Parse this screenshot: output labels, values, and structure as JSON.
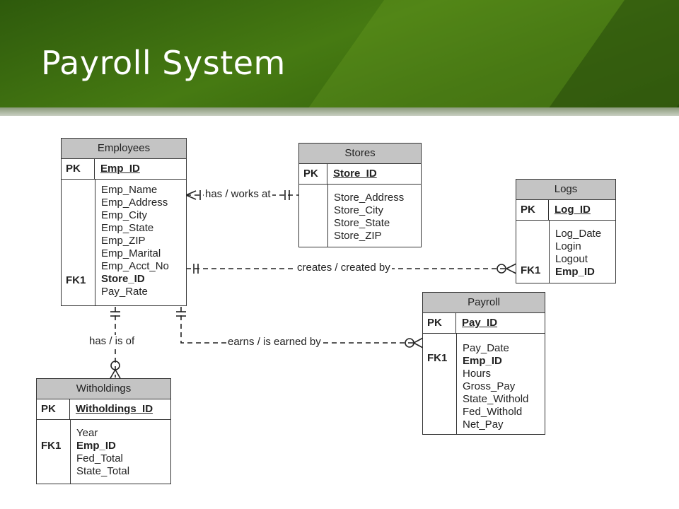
{
  "title": "Payroll System",
  "entities": {
    "employees": {
      "name": "Employees",
      "pk_label": "PK",
      "pk": "Emp_ID",
      "fields": [
        "Emp_Name",
        "Emp_Address",
        "Emp_City",
        "Emp_State",
        "Emp_ZIP",
        "Emp_Marital",
        "Emp_Acct_No",
        "Store_ID",
        "Pay_Rate"
      ],
      "fk_label": "FK1"
    },
    "stores": {
      "name": "Stores",
      "pk_label": "PK",
      "pk": "Store_ID",
      "fields": [
        "Store_Address",
        "Store_City",
        "Store_State",
        "Store_ZIP"
      ]
    },
    "logs": {
      "name": "Logs",
      "pk_label": "PK",
      "pk": "Log_ID",
      "fields": [
        "Log_Date",
        "Login",
        "Logout",
        "Emp_ID"
      ],
      "fk_label": "FK1"
    },
    "payroll": {
      "name": "Payroll",
      "pk_label": "PK",
      "pk": "Pay_ID",
      "fields": [
        "Pay_Date",
        "Emp_ID",
        "Hours",
        "Gross_Pay",
        "State_Withold",
        "Fed_Withold",
        "Net_Pay"
      ],
      "fk_label": "FK1"
    },
    "witholdings": {
      "name": "Witholdings",
      "pk_label": "PK",
      "pk": "Witholdings_ID",
      "fields": [
        "Year",
        "Emp_ID",
        "Fed_Total",
        "State_Total"
      ],
      "fk_label": "FK1"
    }
  },
  "relationships": {
    "emp_store": "has / works at",
    "emp_logs": "creates / created by",
    "emp_payroll": "earns / is earned by",
    "emp_witholdings": "has / is of"
  }
}
